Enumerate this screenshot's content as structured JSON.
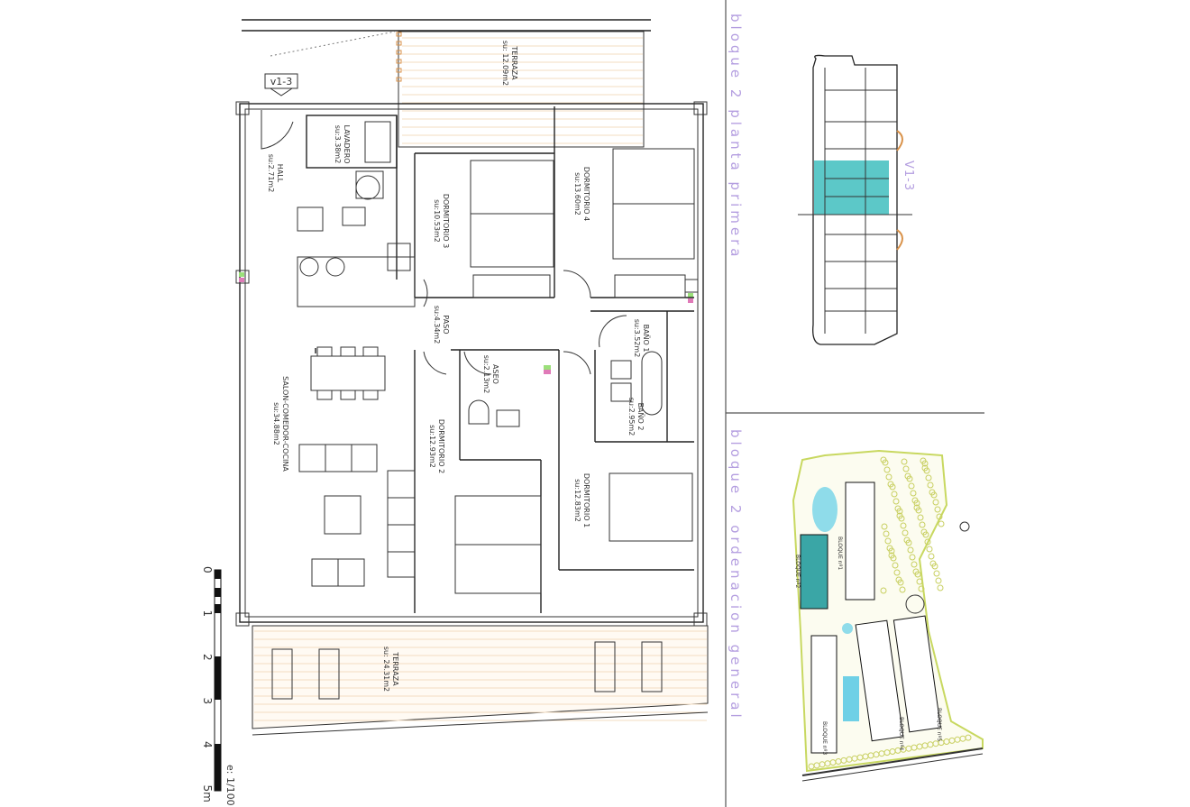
{
  "plan": {
    "unit_tag": "v1-3",
    "rooms": [
      {
        "name": "TERRAZA",
        "area": "su: 12.09m2"
      },
      {
        "name": "LAVADERO",
        "area": "su:3.38m2"
      },
      {
        "name": "HALL",
        "area": "su:2.71m2"
      },
      {
        "name": "DORMITORIO 3",
        "area": "su:10.53m2"
      },
      {
        "name": "DORMITORIO 4",
        "area": "su:13.60m2"
      },
      {
        "name": "PASO",
        "area": "su:4.34m2"
      },
      {
        "name": "BAÑO 1",
        "area": "su:3.52m2"
      },
      {
        "name": "ASEO",
        "area": "su:2.13m2"
      },
      {
        "name": "BAÑO 2",
        "area": "su:2.95m2"
      },
      {
        "name": "SALON-COMEDOR-COCINA",
        "area": "su:34.88m2"
      },
      {
        "name": "DORMITORIO 2",
        "area": "su:12.93m2"
      },
      {
        "name": "DORMITORIO 1",
        "area": "su:12.83m2"
      },
      {
        "name": "TERRAZA",
        "area": "su: 24.31m2"
      }
    ]
  },
  "scale": {
    "ticks": [
      "0",
      "1",
      "2",
      "3",
      "4",
      "5m"
    ],
    "ratio": "e: 1/100"
  },
  "key_plan": {
    "title": "bloque 2 planta primera",
    "unit_label": "V1-3",
    "highlight_color": "#5cc8c8"
  },
  "site_plan": {
    "title": "bloque 2 ordenacion general",
    "blocks": [
      "BLOQUE nº1",
      "BLOQUE nº2",
      "BLOQUE nº3",
      "BLOQUE nº4",
      "BLOQUE nº5"
    ],
    "highlight_color": "#3aa6a6"
  },
  "colors": {
    "label_lavender": "#b49ee0",
    "deck": "#f3dcc0"
  }
}
